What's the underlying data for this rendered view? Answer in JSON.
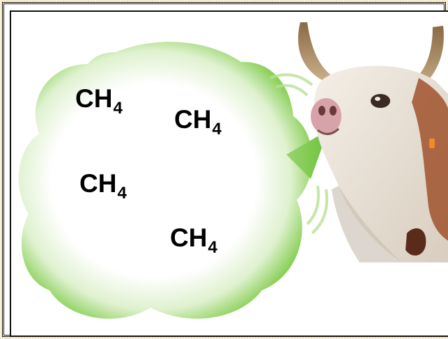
{
  "labels": [
    {
      "main": "CH",
      "sub": "4"
    },
    {
      "main": "CH",
      "sub": "4"
    },
    {
      "main": "CH",
      "sub": "4"
    },
    {
      "main": "CH",
      "sub": "4"
    }
  ],
  "colors": {
    "cloud_green": "#6cc33a",
    "border": "#111111",
    "background": "#ffffff",
    "frame_texture": "#f1e5bd"
  },
  "image": {
    "subject": "cow-head-illustration",
    "emits": "methane-cloud"
  }
}
